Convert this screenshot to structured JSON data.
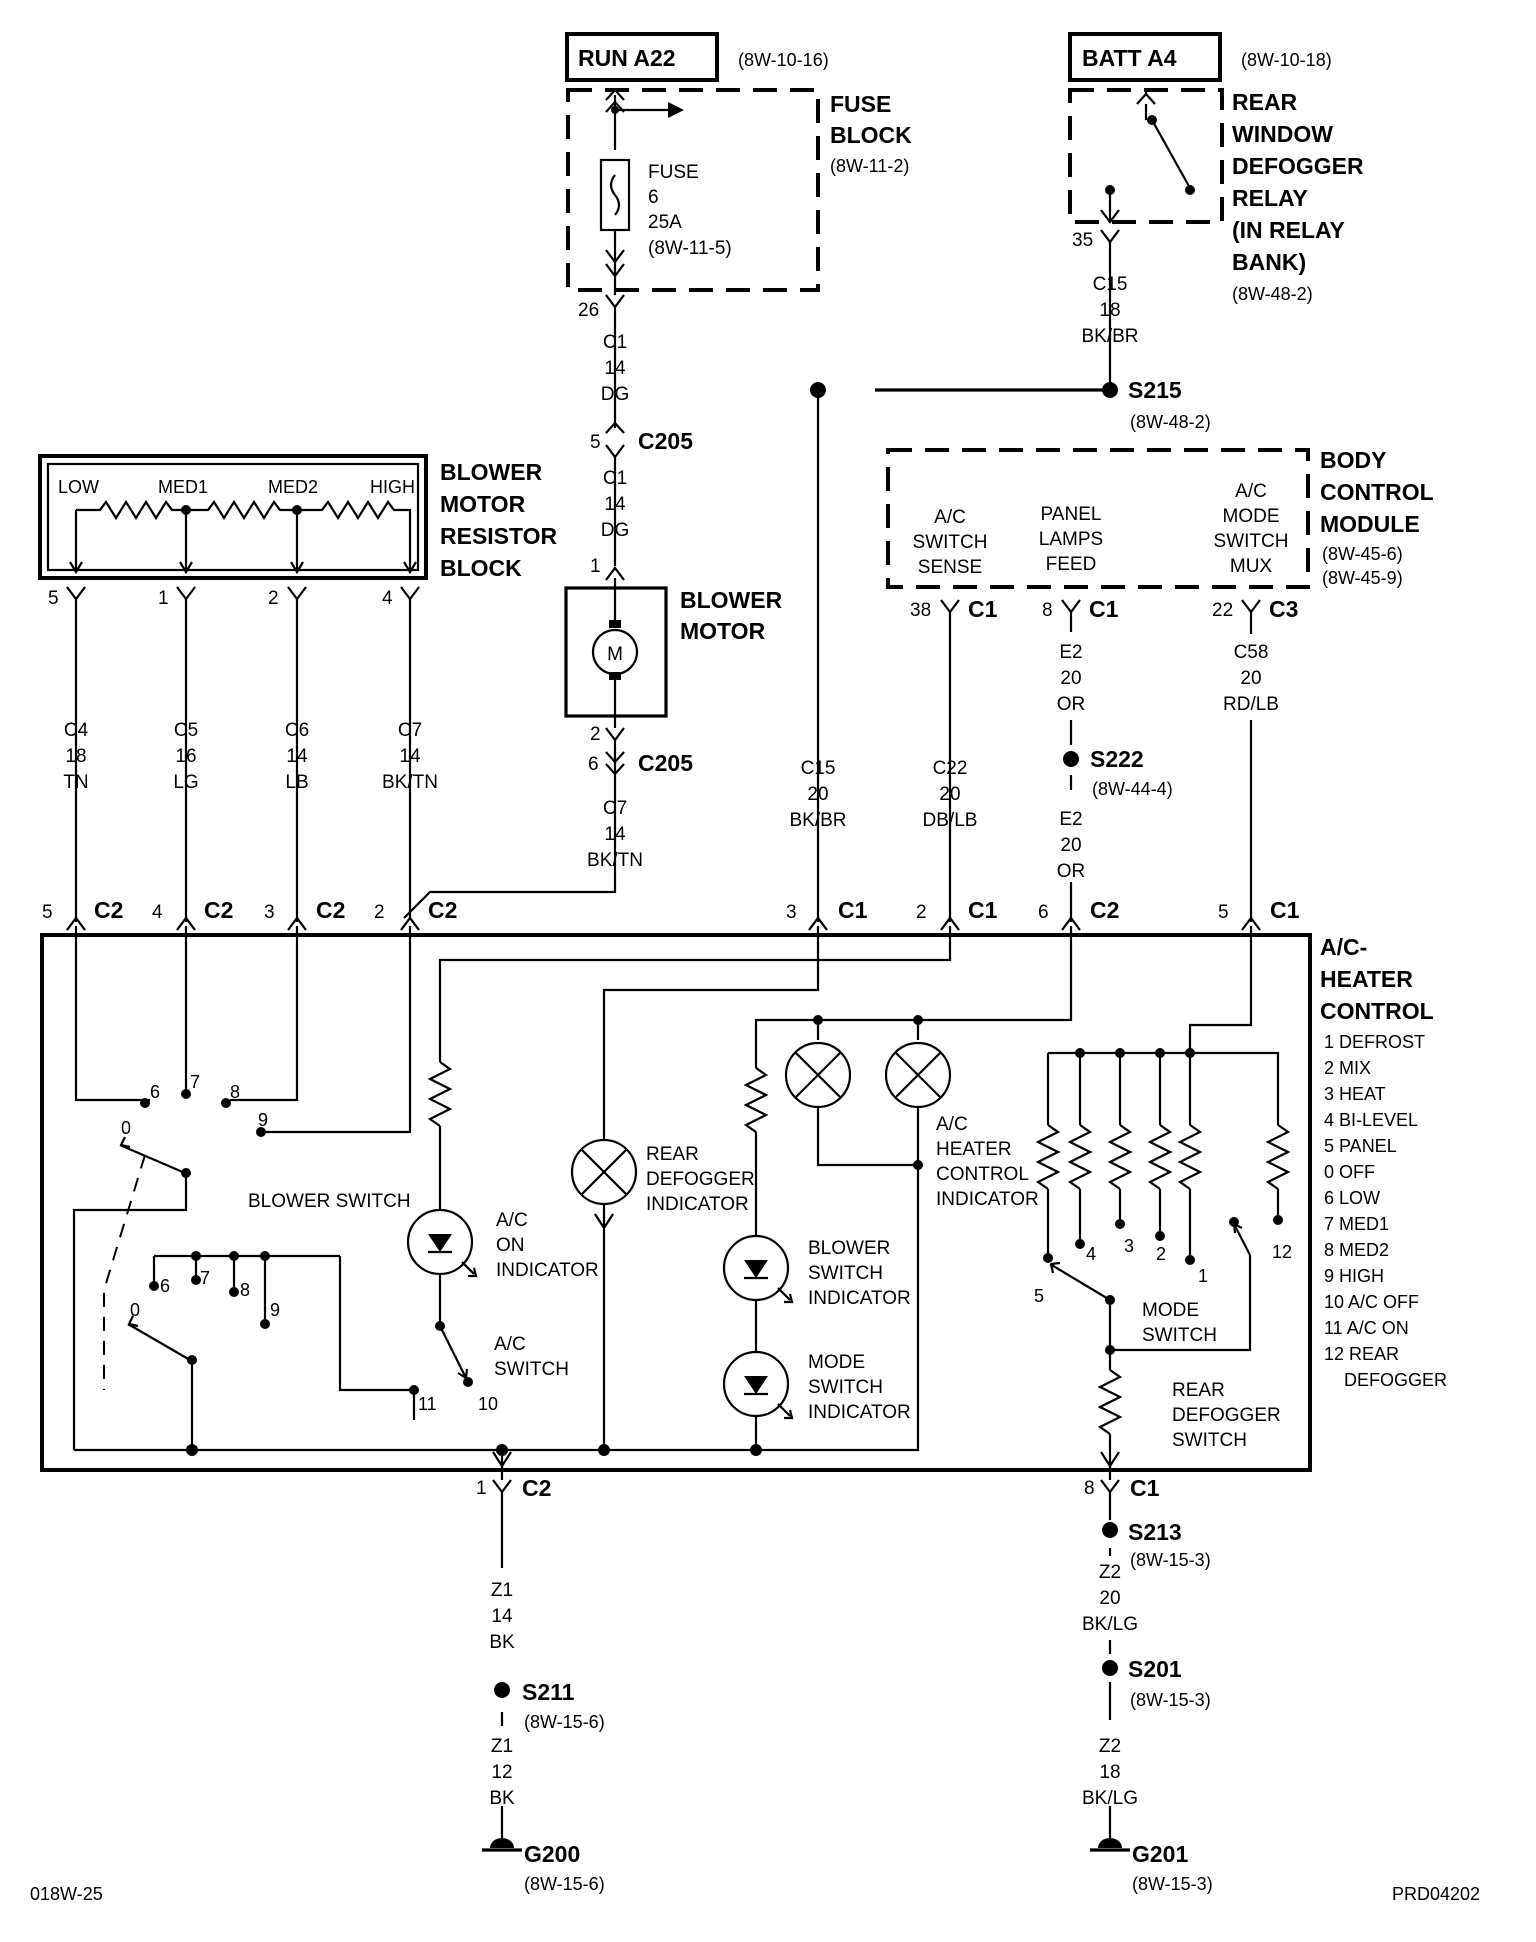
{
  "top": {
    "run_label": "RUN A22",
    "run_ref": "(8W-10-16)",
    "batt_label": "BATT A4",
    "batt_ref": "(8W-10-18)"
  },
  "fuse_block": {
    "title1": "FUSE",
    "title2": "BLOCK",
    "ref": "(8W-11-2)",
    "fuse_l1": "FUSE",
    "fuse_l2": "6",
    "fuse_l3": "25A",
    "fuse_ref": "(8W-11-5)",
    "pin": "26"
  },
  "relay": {
    "t1": "REAR",
    "t2": "WINDOW",
    "t3": "DEFOGGER",
    "t4": "RELAY",
    "t5": "(IN RELAY",
    "t6": "BANK)",
    "ref": "(8W-48-2)",
    "pin": "35"
  },
  "wire_fuse_to_c205": {
    "c": "C1",
    "g": "14",
    "col": "DG"
  },
  "c205_top": {
    "pin": "5",
    "name": "C205"
  },
  "wire_c205_to_motor": {
    "c": "C1",
    "g": "14",
    "col": "DG"
  },
  "blower_motor": {
    "t1": "BLOWER",
    "t2": "MOTOR",
    "m": "M",
    "pin_top": "1",
    "pin_bot": "2"
  },
  "c205_bot": {
    "pin": "6",
    "name": "C205"
  },
  "wire_motor_out": {
    "c": "C7",
    "g": "14",
    "col": "BK/TN"
  },
  "wire_relay_out": {
    "c": "C15",
    "g": "18",
    "col": "BK/BR"
  },
  "s215": {
    "name": "S215",
    "ref": "(8W-48-2)"
  },
  "bcm": {
    "t1": "BODY",
    "t2": "CONTROL",
    "t3": "MODULE",
    "ref1": "(8W-45-6)",
    "ref2": "(8W-45-9)",
    "ac_sense": [
      "A/C",
      "SWITCH",
      "SENSE"
    ],
    "panel": [
      "PANEL",
      "LAMPS",
      "FEED"
    ],
    "mode_mux": [
      "A/C",
      "MODE",
      "SWITCH",
      "MUX"
    ],
    "p38": "38",
    "p38c": "C1",
    "p8": "8",
    "p8c": "C1",
    "p22": "22",
    "p22c": "C3"
  },
  "resistor_block": {
    "t1": "BLOWER",
    "t2": "MOTOR",
    "t3": "RESISTOR",
    "t4": "BLOCK",
    "low": "LOW",
    "med1": "MED1",
    "med2": "MED2",
    "high": "HIGH",
    "p_low": "5",
    "p_med1": "1",
    "p_med2": "2",
    "p_high": "4"
  },
  "wires_rb": [
    {
      "c": "C4",
      "g": "18",
      "col": "TN"
    },
    {
      "c": "C5",
      "g": "16",
      "col": "LG"
    },
    {
      "c": "C6",
      "g": "14",
      "col": "LB"
    },
    {
      "c": "C7",
      "g": "14",
      "col": "BK/TN"
    }
  ],
  "wire_c15_20": {
    "c": "C15",
    "g": "20",
    "col": "BK/BR"
  },
  "wire_c22": {
    "c": "C22",
    "g": "20",
    "col": "DB/LB"
  },
  "wire_e2_top": {
    "c": "E2",
    "g": "20",
    "col": "OR"
  },
  "s222": {
    "name": "S222",
    "ref": "(8W-44-4)"
  },
  "wire_e2_bot": {
    "c": "E2",
    "g": "20",
    "col": "OR"
  },
  "wire_c58": {
    "c": "C58",
    "g": "20",
    "col": "RD/LB"
  },
  "control_conns": [
    {
      "pin": "5",
      "c": "C2"
    },
    {
      "pin": "4",
      "c": "C2"
    },
    {
      "pin": "3",
      "c": "C2"
    },
    {
      "pin": "2",
      "c": "C2"
    },
    {
      "pin": "3",
      "c": "C1"
    },
    {
      "pin": "2",
      "c": "C1"
    },
    {
      "pin": "6",
      "c": "C2"
    },
    {
      "pin": "5",
      "c": "C1"
    }
  ],
  "control": {
    "t1": "A/C-",
    "t2": "HEATER",
    "t3": "CONTROL",
    "legend": [
      "1 DEFROST",
      "2 MIX",
      "3 HEAT",
      "4 BI-LEVEL",
      "5 PANEL",
      "0 OFF",
      "6 LOW",
      "7 MED1",
      "8 MED2",
      "9 HIGH",
      "10 A/C OFF",
      "11 A/C ON",
      "12 REAR",
      "DEFOGGER"
    ],
    "blower_switch": "BLOWER SWITCH",
    "ac_on_ind": [
      "A/C",
      "ON",
      "INDICATOR"
    ],
    "ac_switch": [
      "A/C",
      "SWITCH"
    ],
    "rear_def_ind": [
      "REAR",
      "DEFOGGER",
      "INDICATOR"
    ],
    "blower_sw_ind": [
      "BLOWER",
      "SWITCH",
      "INDICATOR"
    ],
    "mode_sw_ind": [
      "MODE",
      "SWITCH",
      "INDICATOR"
    ],
    "ac_heater_ind": [
      "A/C",
      "HEATER",
      "CONTROL",
      "INDICATOR"
    ],
    "mode_switch": [
      "MODE",
      "SWITCH"
    ],
    "rear_def_switch": [
      "REAR",
      "DEFOGGER",
      "SWITCH"
    ],
    "bs_upper_pos": [
      "6",
      "7",
      "8",
      "9",
      "0"
    ],
    "bs_lower_pos": [
      "6",
      "7",
      "8",
      "9",
      "0"
    ],
    "ac_pos": [
      "11",
      "10"
    ],
    "mode_pos": [
      "4",
      "3",
      "2",
      "1",
      "5",
      "12"
    ]
  },
  "ground_left": {
    "pin": "1",
    "c": "C2",
    "w1c": "Z1",
    "w1g": "14",
    "w1col": "BK",
    "s": "S211",
    "sref": "(8W-15-6)",
    "w2c": "Z1",
    "w2g": "12",
    "w2col": "BK",
    "g": "G200",
    "gref": "(8W-15-6)"
  },
  "ground_right": {
    "pin": "8",
    "c": "C1",
    "s1": "S213",
    "s1ref": "(8W-15-3)",
    "w1c": "Z2",
    "w1g": "20",
    "w1col": "BK/LG",
    "s2": "S201",
    "s2ref": "(8W-15-3)",
    "w2c": "Z2",
    "w2g": "18",
    "w2col": "BK/LG",
    "g": "G201",
    "gref": "(8W-15-3)"
  },
  "footer": {
    "left": "018W-25",
    "right": "PRD04202"
  }
}
